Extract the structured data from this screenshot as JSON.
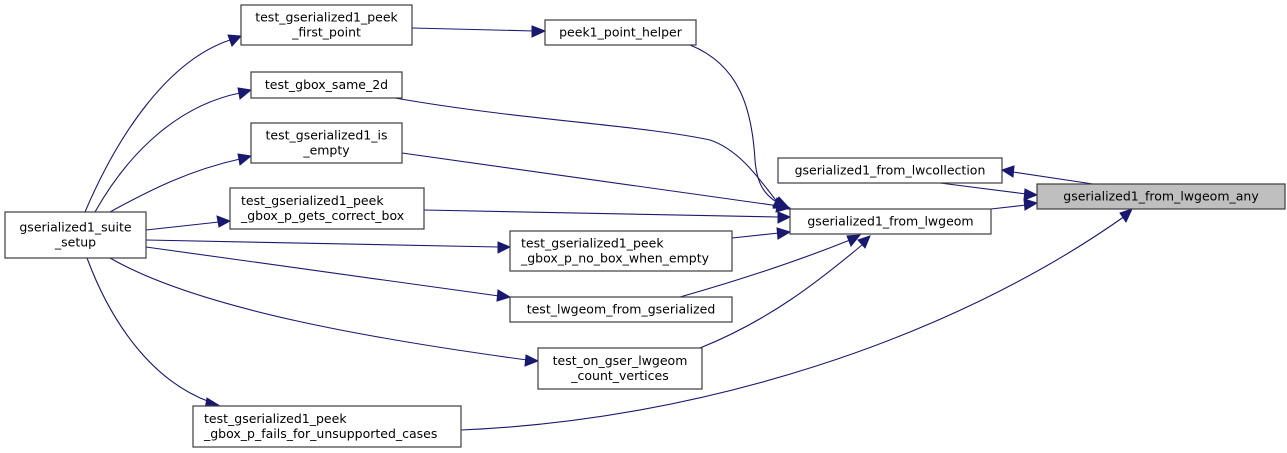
{
  "diagram": {
    "type": "call-graph",
    "colors": {
      "edge": "#191970",
      "node_border": "#3c3c3c",
      "highlight_fill": "#bfbfbf",
      "node_fill": "#ffffff"
    },
    "focus_node": "gserialized1_from_lwgeom_any",
    "nodes": [
      {
        "id": "suite_setup",
        "lines": [
          "gserialized1_suite",
          "_setup"
        ],
        "align": "center"
      },
      {
        "id": "peek_first_point",
        "lines": [
          "test_gserialized1_peek",
          "_first_point"
        ],
        "align": "center"
      },
      {
        "id": "gbox_same_2d",
        "lines": [
          "test_gbox_same_2d"
        ],
        "align": "center"
      },
      {
        "id": "is_empty",
        "lines": [
          "test_gserialized1_is",
          "_empty"
        ],
        "align": "center"
      },
      {
        "id": "gets_correct_box",
        "lines": [
          "test_gserialized1_peek",
          "_gbox_p_gets_correct_box"
        ],
        "align": "left"
      },
      {
        "id": "no_box_when_empty",
        "lines": [
          "test_gserialized1_peek",
          "_gbox_p_no_box_when_empty"
        ],
        "align": "left"
      },
      {
        "id": "lwgeom_from_gserialized",
        "lines": [
          "test_lwgeom_from_gserialized"
        ],
        "align": "center"
      },
      {
        "id": "count_vertices",
        "lines": [
          "test_on_gser_lwgeom",
          "_count_vertices"
        ],
        "align": "center"
      },
      {
        "id": "fails_unsupported",
        "lines": [
          "test_gserialized1_peek",
          "_gbox_p_fails_for_unsupported_cases"
        ],
        "align": "left"
      },
      {
        "id": "peek1_point_helper",
        "lines": [
          "peek1_point_helper"
        ],
        "align": "center"
      },
      {
        "id": "from_lwgeom",
        "lines": [
          "gserialized1_from_lwgeom"
        ],
        "align": "center"
      },
      {
        "id": "from_lwcollection",
        "lines": [
          "gserialized1_from_lwcollection"
        ],
        "align": "center"
      },
      {
        "id": "from_lwgeom_any",
        "lines": [
          "gserialized1_from_lwgeom_any"
        ],
        "align": "center",
        "highlight": true
      }
    ],
    "edges": [
      {
        "from": "suite_setup",
        "to": "peek_first_point"
      },
      {
        "from": "suite_setup",
        "to": "gbox_same_2d"
      },
      {
        "from": "suite_setup",
        "to": "is_empty"
      },
      {
        "from": "suite_setup",
        "to": "gets_correct_box"
      },
      {
        "from": "suite_setup",
        "to": "no_box_when_empty"
      },
      {
        "from": "suite_setup",
        "to": "lwgeom_from_gserialized"
      },
      {
        "from": "suite_setup",
        "to": "count_vertices"
      },
      {
        "from": "suite_setup",
        "to": "fails_unsupported"
      },
      {
        "from": "peek_first_point",
        "to": "peek1_point_helper"
      },
      {
        "from": "peek1_point_helper",
        "to": "from_lwgeom"
      },
      {
        "from": "gbox_same_2d",
        "to": "from_lwgeom"
      },
      {
        "from": "is_empty",
        "to": "from_lwgeom"
      },
      {
        "from": "gets_correct_box",
        "to": "from_lwgeom"
      },
      {
        "from": "no_box_when_empty",
        "to": "from_lwgeom"
      },
      {
        "from": "lwgeom_from_gserialized",
        "to": "from_lwgeom"
      },
      {
        "from": "count_vertices",
        "to": "from_lwgeom"
      },
      {
        "from": "from_lwgeom",
        "to": "from_lwgeom_any"
      },
      {
        "from": "from_lwcollection",
        "to": "from_lwgeom_any"
      },
      {
        "from": "from_lwgeom_any",
        "to": "from_lwcollection"
      },
      {
        "from": "fails_unsupported",
        "to": "from_lwgeom_any"
      }
    ]
  }
}
